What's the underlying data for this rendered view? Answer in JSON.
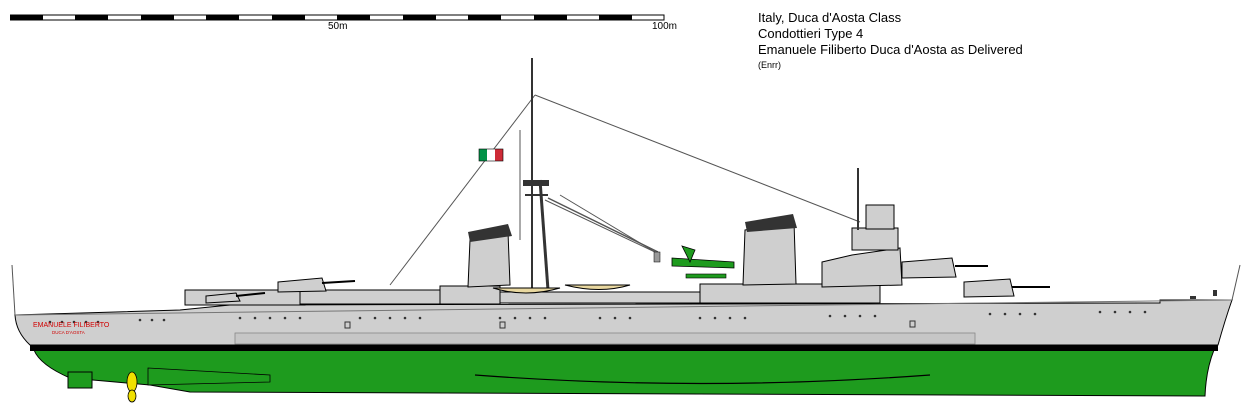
{
  "scale": {
    "label_50": "50m",
    "label_100": "100m"
  },
  "caption": {
    "line1": "Italy, Duca d'Aosta Class",
    "line2": "Condottieri Type 4",
    "line3": "Emanuele Filiberto Duca d'Aosta as Delivered",
    "credit": "(Enrr)"
  },
  "hull": {
    "name": "EMANUELE FILIBERTO",
    "subname": "DUCA D'AOSTA"
  },
  "colors": {
    "hull_grey": "#cfcfcf",
    "boot_top": "#000000",
    "underwater": "#1e9b1e",
    "deck_grey": "#b8b8b8",
    "flag_green": "#009246",
    "flag_red": "#ce2b37",
    "propeller": "#f0e000",
    "name_red": "#d00000"
  }
}
